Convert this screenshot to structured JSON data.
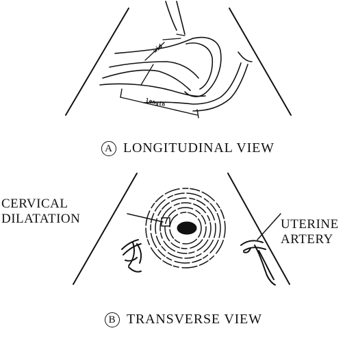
{
  "longitudinal": {
    "badge": "A",
    "caption": "LONGITUDINAL VIEW",
    "width_tick_label": "wid",
    "length_label": "length"
  },
  "transverse": {
    "badge": "B",
    "caption": "TRANSVERSE VIEW",
    "left_label_line1": "CERVICAL",
    "left_label_line2": "DILATATION",
    "right_label_line1": "UTERINE",
    "right_label_line2": "ARTERY"
  }
}
